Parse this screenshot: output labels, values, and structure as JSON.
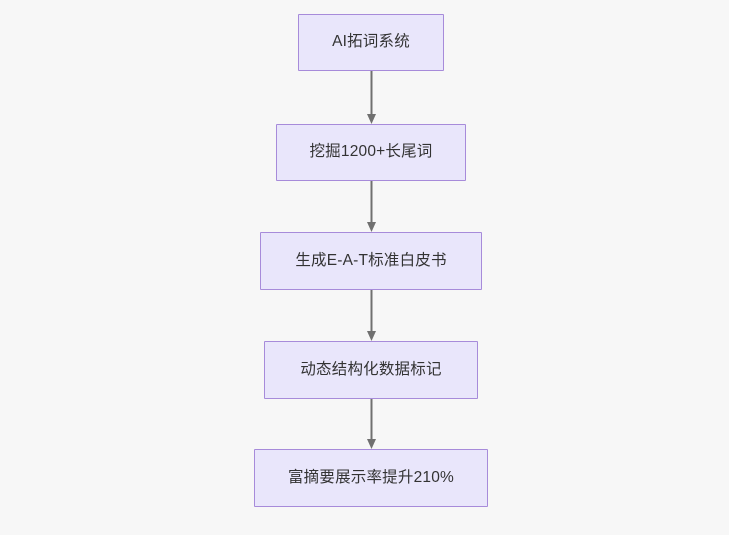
{
  "diagram": {
    "type": "flowchart",
    "orientation": "top-to-bottom",
    "background_color": "#f7f7f7",
    "node_fill_color": "#e9e6fb",
    "node_border_color": "#a78bda",
    "node_text_color": "#333333",
    "edge_color": "#707070",
    "nodes": [
      {
        "id": "node-0",
        "label": "AI拓词系统"
      },
      {
        "id": "node-1",
        "label": "挖掘1200+长尾词"
      },
      {
        "id": "node-2",
        "label": "生成E-A-T标准白皮书"
      },
      {
        "id": "node-3",
        "label": "动态结构化数据标记"
      },
      {
        "id": "node-4",
        "label": "富摘要展示率提升210%"
      }
    ],
    "edges": [
      {
        "id": "edge-0",
        "from": "node-0",
        "to": "node-1",
        "label": ""
      },
      {
        "id": "edge-1",
        "from": "node-1",
        "to": "node-2",
        "label": ""
      },
      {
        "id": "edge-2",
        "from": "node-2",
        "to": "node-3",
        "label": ""
      },
      {
        "id": "edge-3",
        "from": "node-3",
        "to": "node-4",
        "label": ""
      }
    ]
  }
}
